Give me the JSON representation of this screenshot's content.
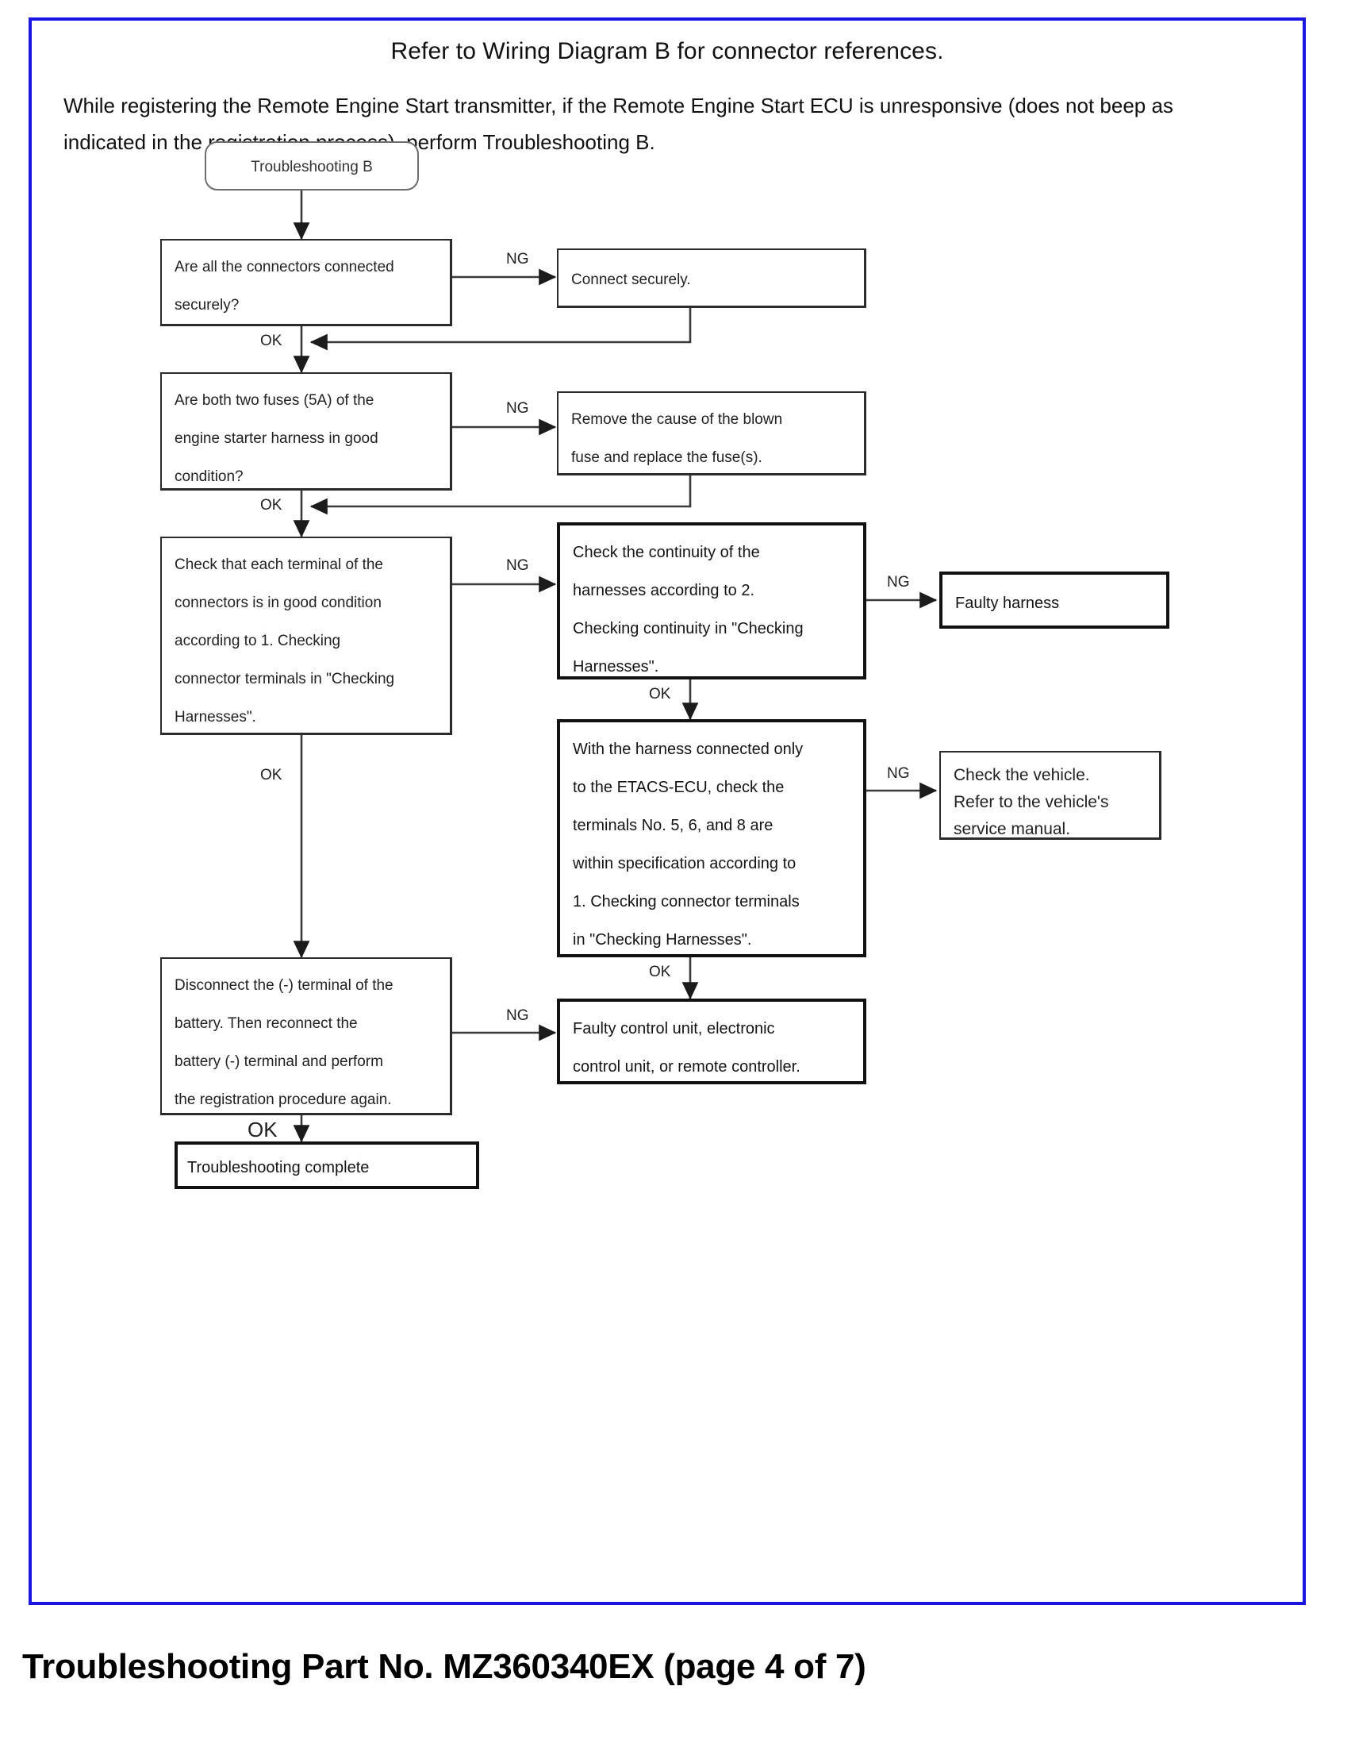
{
  "document": {
    "title": "Refer to Wiring Diagram B for connector references.",
    "intro": "While registering the Remote Engine Start transmitter, if the Remote Engine Start ECU is unresponsive (does not beep as indicated in the registration process), perform Troubleshooting B.",
    "footer": "Troubleshooting Part No. MZ360340EX (page 4 of 7)",
    "frame_color": "#1a15e0"
  },
  "flowchart": {
    "type": "flowchart",
    "nodes": {
      "start": "Troubleshooting B",
      "q1": "Are all the connectors connected\nsecurely?",
      "a1": "Connect securely.",
      "q2": "Are both two fuses (5A) of the\nengine starter harness in good\ncondition?",
      "a2": "Remove the cause of the blown\nfuse and replace the fuse(s).",
      "q3": "Check that each terminal of the\nconnectors is in good condition\naccording to 1. Checking\nconnector terminals in \"Checking\nHarnesses\".",
      "q4": "Check the continuity of the\nharnesses according to 2.\nChecking continuity in \"Checking\nHarnesses\".",
      "a4": "Faulty harness",
      "q5": "With the harness connected only\nto the ETACS-ECU, check the\nterminals No. 5, 6, and 8 are\nwithin specification according to\n1. Checking connector terminals\nin \"Checking Harnesses\".",
      "a5": "Check the vehicle.\nRefer to the vehicle's\nservice manual.",
      "q6": "Disconnect the (-) terminal of the\nbattery. Then reconnect the\nbattery (-) terminal and perform\nthe registration procedure again.",
      "a6": "Faulty control unit, electronic\ncontrol unit, or remote controller.",
      "end": "Troubleshooting complete"
    },
    "edge_labels": {
      "ng1": "NG",
      "ok1": "OK",
      "ng2": "NG",
      "ok2": "OK",
      "ng3": "NG",
      "ok3": "OK",
      "ng4": "NG",
      "ok4": "OK",
      "ng5": "NG",
      "ok5": "OK",
      "ng6": "NG",
      "ok6": "OK"
    }
  }
}
